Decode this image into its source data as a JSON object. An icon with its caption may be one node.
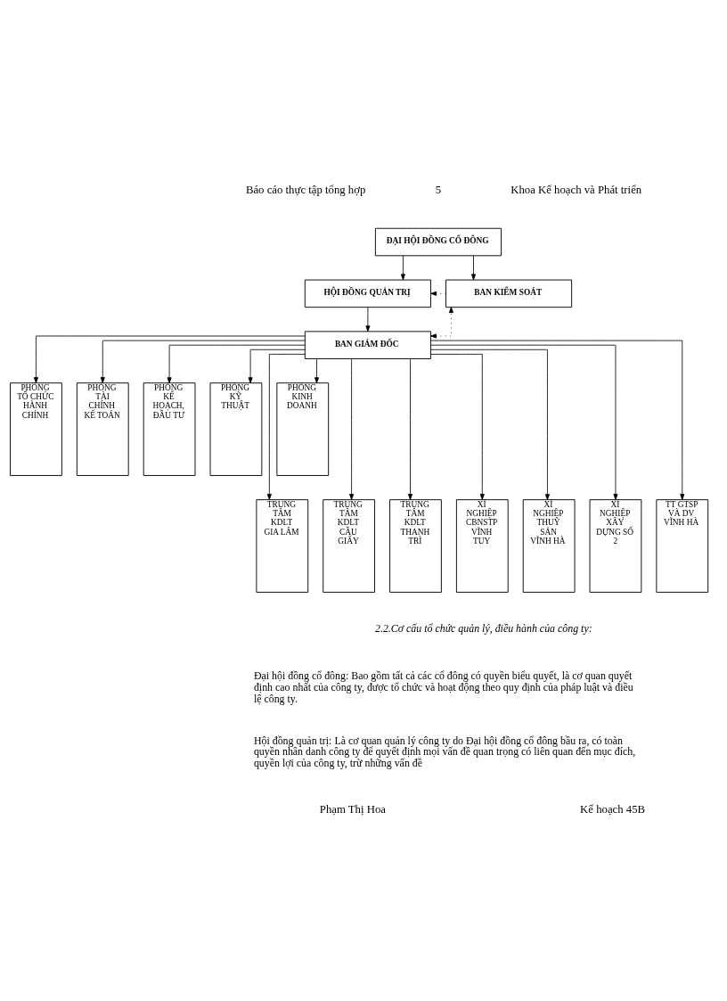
{
  "diagram": {
    "nodes": [
      {
        "text": [
          "ĐẠI HỘI ĐỒNG CỔ ĐÔNG"
        ]
      },
      {
        "text": [
          "HỘI ĐỒNG QUẢN TRỊ"
        ]
      },
      {
        "text": [
          "BAN KIỂM SOÁT"
        ]
      },
      {
        "text": [
          "BAN GIÁM ĐỐC"
        ]
      },
      {
        "text": [
          "PHÒNG TỔ CHỨC HÀNH CHÍNH"
        ]
      },
      {
        "text": [
          "PHÒNG TÀI CHÍNH KẾ TOÁN"
        ]
      },
      {
        "text": [
          "PHÒNG KẾ HOẠCH, ĐẦU TƯ"
        ]
      },
      {
        "text": [
          "PHÒNG KỸ THUẬT"
        ]
      },
      {
        "text": [
          "PHÒNG KINH DOANH"
        ]
      },
      {
        "text": [
          "TRUNG TÂM KDLT GIA LÂM"
        ]
      },
      {
        "text": [
          "TRUNG TÂM KDLT CẦU GIẤY"
        ]
      },
      {
        "text": [
          "TRUNG TÂM KDLT THANH TRÌ"
        ]
      },
      {
        "text": [
          "XÍ NGHIỆP CBNSTP VĨNH TUY"
        ]
      },
      {
        "text": [
          "XÍ NGHIỆP THUỶ SẢN VĨNH HÀ"
        ]
      },
      {
        "text": [
          "XÍ NGHIỆP XÂY DỰNG SỐ 2"
        ]
      },
      {
        "text": [
          "TT GTSP VÀ DV VĨNH HÀ"
        ]
      }
    ],
    "edges": [
      {
        "from": 0,
        "to": 1,
        "arrow": "to"
      },
      {
        "from": 0,
        "to": 2,
        "arrow": "to"
      },
      {
        "from": 2,
        "to": 1,
        "arrow": "to",
        "style": "dashed"
      },
      {
        "from": 1,
        "to": 3,
        "arrow": "to"
      },
      {
        "from": 3,
        "to": 2,
        "arrow": "both",
        "style": "dashed"
      },
      {
        "from": 3,
        "to": 4,
        "arrow": "to"
      },
      {
        "from": 3,
        "to": 5,
        "arrow": "to"
      },
      {
        "from": 3,
        "to": 6,
        "arrow": "to"
      },
      {
        "from": 3,
        "to": 7,
        "arrow": "to"
      },
      {
        "from": 3,
        "to": 8,
        "arrow": "to"
      },
      {
        "from": 3,
        "to": 9,
        "arrow": "to"
      },
      {
        "from": 3,
        "to": 10,
        "arrow": "to"
      },
      {
        "from": 3,
        "to": 11,
        "arrow": "to"
      },
      {
        "from": 3,
        "to": 12,
        "arrow": "to"
      },
      {
        "from": 3,
        "to": 13,
        "arrow": "to"
      },
      {
        "from": 3,
        "to": 14,
        "arrow": "to"
      },
      {
        "from": 3,
        "to": 15,
        "arrow": "to"
      }
    ],
    "labels": [
      "Báo cáo thực tập tổng hợp",
      "5",
      "Khoa Kế hoạch và Phát triển",
      "2.2.Cơ cấu tổ chức quản lý, điều hành của công ty:",
      "Đại hội đồng cổ đông: Bao gồm tất cả các cổ đông có quyền biểu quyết, là cơ quan quyết định cao nhất của công ty, được tổ chức và hoạt động theo quy định của pháp luật và điều lệ công ty.",
      "Hội đồng quản trị: Là cơ quan quản lý công ty do Đại hội đồng cổ đông bầu ra, có toàn quyền nhân danh công ty để quyết định mọi vấn đề quan trọng có liên quan đến mục đích, quyền lợi của công ty, trừ những vấn đề",
      "Phạm Thị Hoa",
      "Kế hoạch 45B"
    ]
  }
}
